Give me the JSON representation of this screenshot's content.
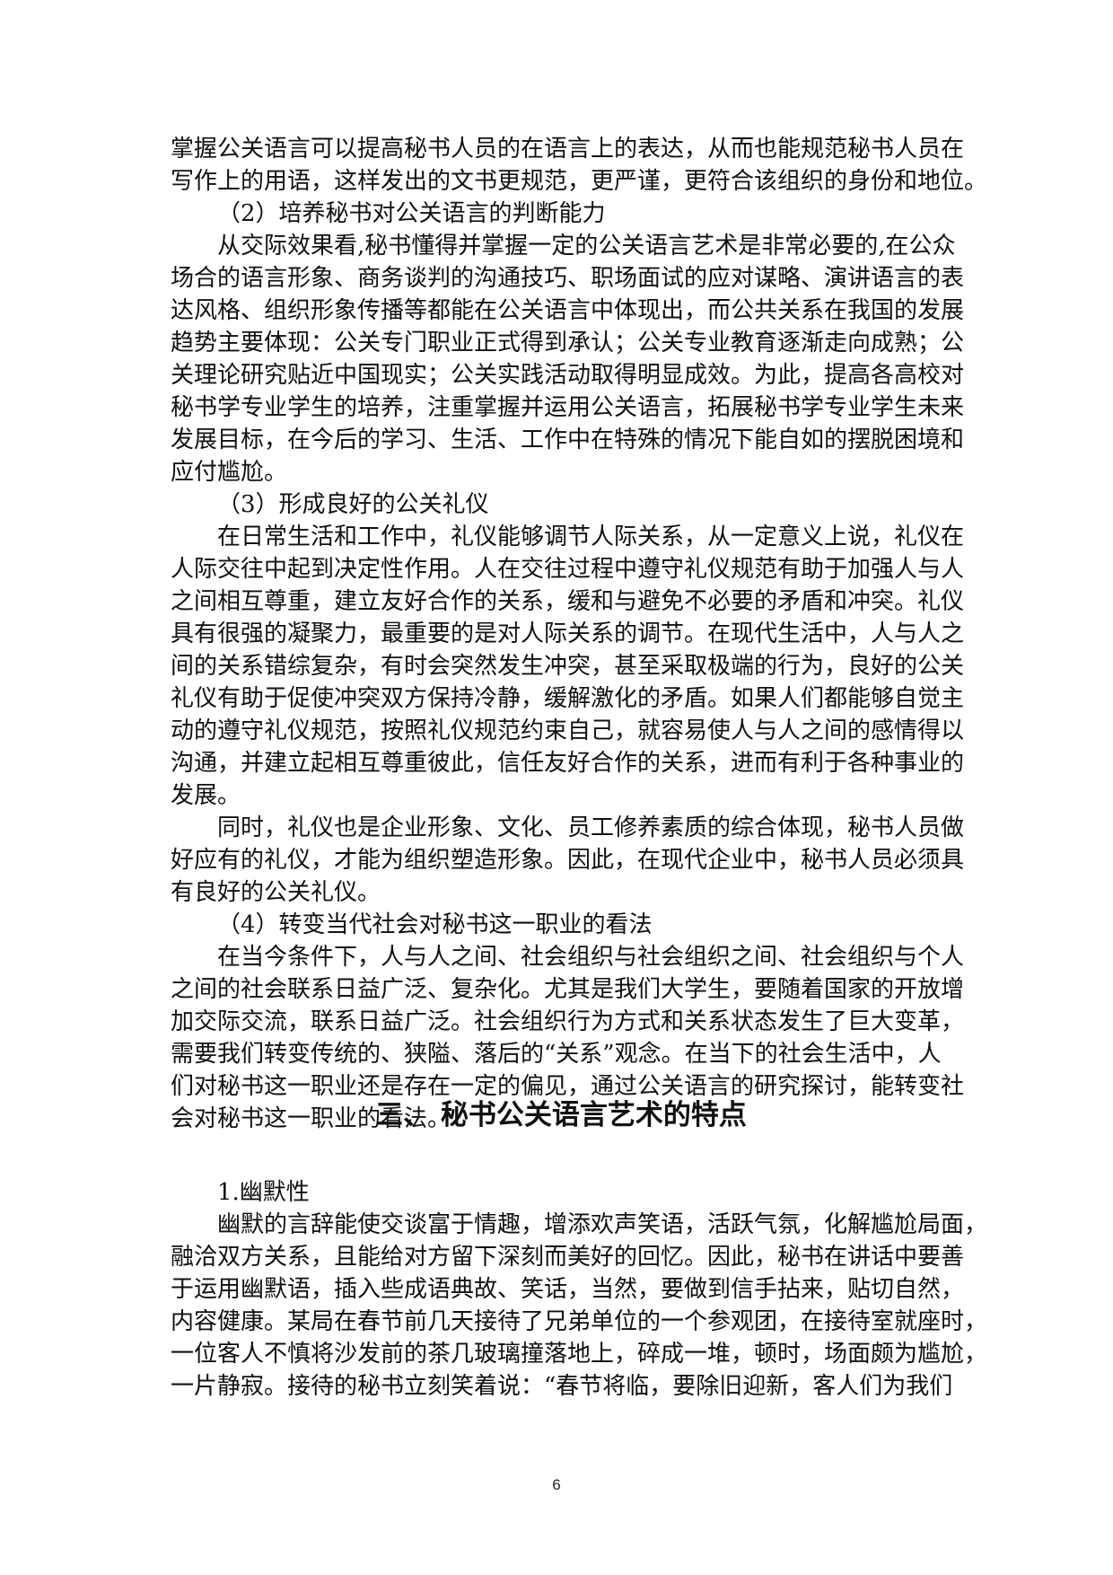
{
  "lines": [
    "掌握公关语言可以提高秘书人员的在语言上的表达，从而也能规范秘书人员在",
    "写作上的用语，这样发出的文书更规范，更严谨，更符合该组织的身份和地位。",
    "（2）培养秘书对公关语言的判断能力",
    "从交际效果看,秘书懂得并掌握一定的公关语言艺术是非常必要的,在公众",
    "场合的语言形象、商务谈判的沟通技巧、职场面试的应对谋略、演讲语言的表",
    "达风格、组织形象传播等都能在公关语言中体现出，而公共关系在我国的发展",
    "趋势主要体现：公关专门职业正式得到承认；公关专业教育逐渐走向成熟；公",
    "关理论研究贴近中国现实；公关实践活动取得明显成效。为此，提高各高校对",
    "秘书学专业学生的培养，注重掌握并运用公关语言，拓展秘书学专业学生未来",
    "发展目标，在今后的学习、生活、工作中在特殊的情况下能自如的摆脱困境和",
    "应付尴尬。",
    "（3）形成良好的公关礼仪",
    "在日常生活和工作中，礼仪能够调节人际关系，从一定意义上说，礼仪在",
    "人际交往中起到决定性作用。人在交往过程中遵守礼仪规范有助于加强人与人",
    "之间相互尊重，建立友好合作的关系，缓和与避免不必要的矛盾和冲突。礼仪",
    "具有很强的凝聚力，最重要的是对人际关系的调节。在现代生活中，人与人之",
    "间的关系错综复杂，有时会突然发生冲突，甚至采取极端的行为，良好的公关",
    "礼仪有助于促使冲突双方保持冷静，缓解激化的矛盾。如果人们都能够自觉主",
    "动的遵守礼仪规范，按照礼仪规范约束自己，就容易使人与人之间的感情得以",
    "沟通，并建立起相互尊重彼此，信任友好合作的关系，进而有利于各种事业的",
    "发展。",
    "同时，礼仪也是企业形象、文化、员工修养素质的综合体现，秘书人员做",
    "好应有的礼仪，才能为组织塑造形象。因此，在现代企业中，秘书人员必须具",
    "有良好的公关礼仪。",
    "（4）转变当代社会对秘书这一职业的看法",
    "在当今条件下，人与人之间、社会组织与社会组织之间、社会组织与个人",
    "之间的社会联系日益广泛、复杂化。尤其是我们大学生，要随着国家的开放增",
    "加交际交流，联系日益广泛。社会组织行为方式和关系状态发生了巨大变革，",
    "需要我们转变传统的、狭隘、落后的“关系”观念。在当下的社会生活中，人",
    "们对秘书这一职业还是存在一定的偏见，通过公关语言的研究探讨，能转变社",
    "会对秘书这一职业的看法。"
  ],
  "heading": "三、  秘书公关语言艺术的特点",
  "lines2": [
    "1.幽默性",
    "幽默的言辞能使交谈富于情趣，增添欢声笑语，活跃气氛，化解尴尬局面，",
    "融洽双方关系，且能给对方留下深刻而美好的回忆。因此，秘书在讲话中要善",
    "于运用幽默语，插入些成语典故、笑话，当然，要做到信手拈来，贴切自然，",
    "内容健康。某局在春节前几天接待了兄弟单位的一个参观团，在接待室就座时，",
    "一位客人不慎将沙发前的茶几玻璃撞落地上，碎成一堆，顿时，场面颇为尴尬，",
    "一片静寂。接待的秘书立刻笑着说：“春节将临，要除旧迎新，客人们为我们"
  ],
  "page_number": "6"
}
